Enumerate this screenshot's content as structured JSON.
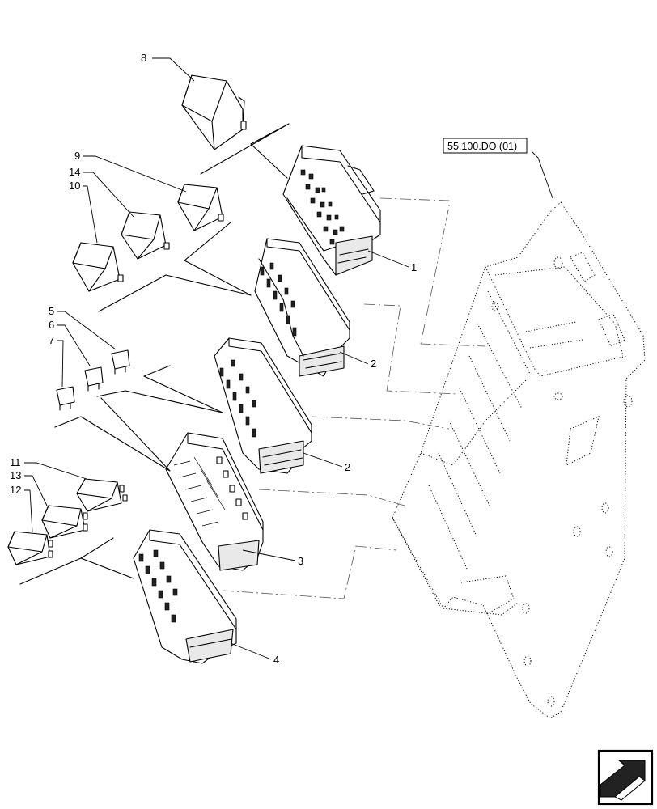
{
  "reference": {
    "label": "55.100.DO (01)"
  },
  "callouts": {
    "c1": "1",
    "c2a": "2",
    "c2b": "2",
    "c3": "3",
    "c4": "4",
    "c5": "5",
    "c6": "6",
    "c7": "7",
    "c8": "8",
    "c9": "9",
    "c10": "10",
    "c11": "11",
    "c12": "12",
    "c13": "13",
    "c14": "14"
  },
  "nav": {
    "icon": "arrow-icon"
  }
}
